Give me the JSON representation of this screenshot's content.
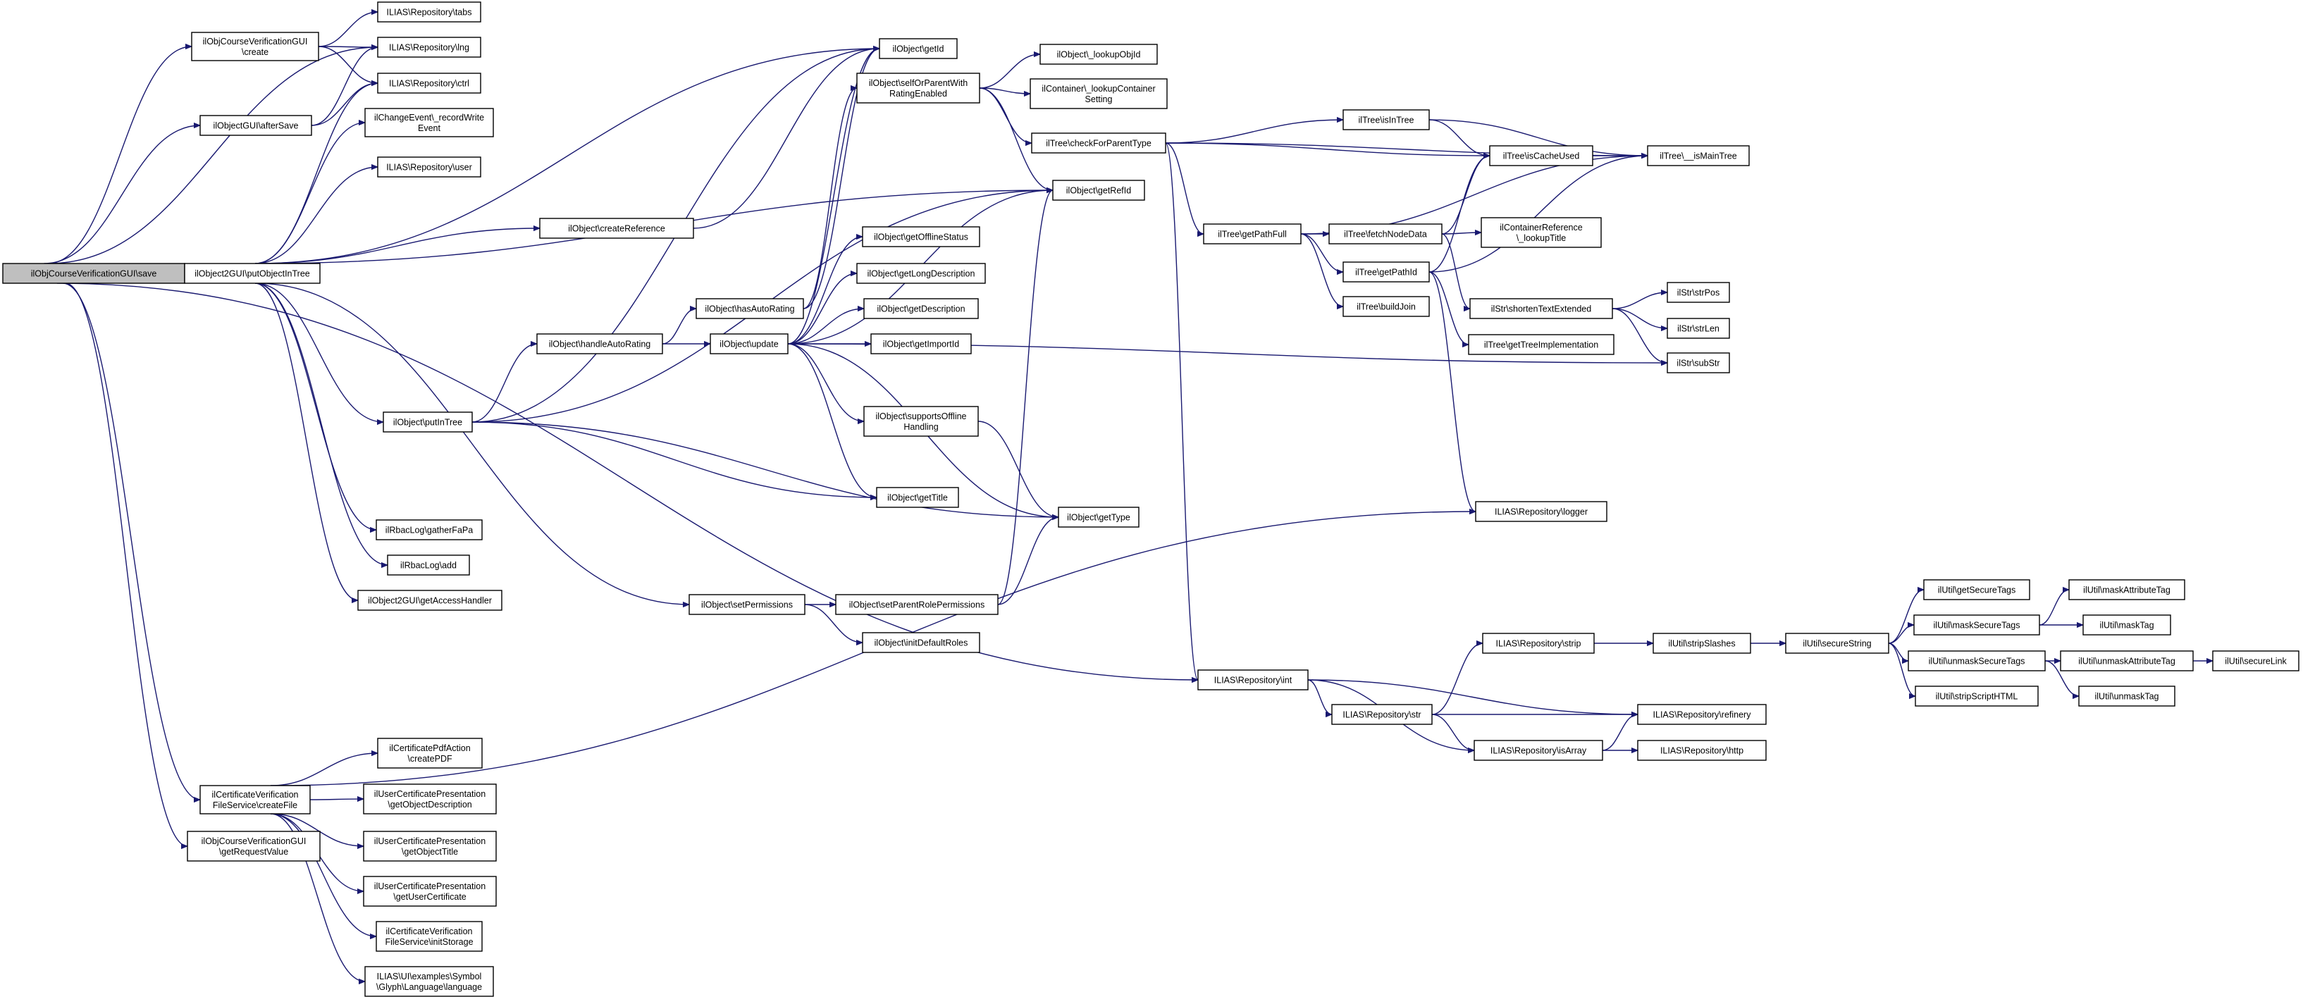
{
  "diagram": {
    "type": "call-graph",
    "edge_color": "#191970",
    "root_fill": "#bfbfbf",
    "nodes": [
      {
        "id": "save",
        "lines": [
          "ilObjCourseVerificationGUI\\save"
        ]
      },
      {
        "id": "create",
        "lines": [
          "ilObjCourseVerificationGUI",
          "\\create"
        ]
      },
      {
        "id": "afterSave",
        "lines": [
          "ilObjectGUI\\afterSave"
        ]
      },
      {
        "id": "putObjectInTree",
        "lines": [
          "ilObject2GUI\\putObjectInTree"
        ]
      },
      {
        "id": "createFile",
        "lines": [
          "ilCertificateVerification",
          "FileService\\createFile"
        ]
      },
      {
        "id": "getRequestValue",
        "lines": [
          "ilObjCourseVerificationGUI",
          "\\getRequestValue"
        ]
      },
      {
        "id": "tabs",
        "lines": [
          "ILIAS\\Repository\\tabs"
        ]
      },
      {
        "id": "lng",
        "lines": [
          "ILIAS\\Repository\\lng"
        ]
      },
      {
        "id": "ctrl",
        "lines": [
          "ILIAS\\Repository\\ctrl"
        ]
      },
      {
        "id": "recordWriteEvent",
        "lines": [
          "ilChangeEvent\\_recordWrite",
          "Event"
        ]
      },
      {
        "id": "user",
        "lines": [
          "ILIAS\\Repository\\user"
        ]
      },
      {
        "id": "gatherFaPa",
        "lines": [
          "ilRbacLog\\gatherFaPa"
        ]
      },
      {
        "id": "rbacAdd",
        "lines": [
          "ilRbacLog\\add"
        ]
      },
      {
        "id": "getAccessHandler",
        "lines": [
          "ilObject2GUI\\getAccessHandler"
        ]
      },
      {
        "id": "createPDF",
        "lines": [
          "ilCertificatePdfAction",
          "\\createPDF"
        ]
      },
      {
        "id": "getObjectDescription",
        "lines": [
          "ilUserCertificatePresentation",
          "\\getObjectDescription"
        ]
      },
      {
        "id": "getObjectTitle",
        "lines": [
          "ilUserCertificatePresentation",
          "\\getObjectTitle"
        ]
      },
      {
        "id": "getUserCertificate",
        "lines": [
          "ilUserCertificatePresentation",
          "\\getUserCertificate"
        ]
      },
      {
        "id": "initStorage",
        "lines": [
          "ilCertificateVerification",
          "FileService\\initStorage"
        ]
      },
      {
        "id": "language",
        "lines": [
          "ILIAS\\UI\\examples\\Symbol",
          "\\Glyph\\Language\\language"
        ]
      },
      {
        "id": "createReference",
        "lines": [
          "ilObject\\createReference"
        ]
      },
      {
        "id": "putInTree",
        "lines": [
          "ilObject\\putInTree"
        ]
      },
      {
        "id": "handleAutoRating",
        "lines": [
          "ilObject\\handleAutoRating"
        ]
      },
      {
        "id": "hasAutoRating",
        "lines": [
          "ilObject\\hasAutoRating"
        ]
      },
      {
        "id": "update",
        "lines": [
          "ilObject\\update"
        ]
      },
      {
        "id": "setPermissions",
        "lines": [
          "ilObject\\setPermissions"
        ]
      },
      {
        "id": "getId",
        "lines": [
          "ilObject\\getId"
        ]
      },
      {
        "id": "selfOrParent",
        "lines": [
          "ilObject\\selfOrParentWith",
          "RatingEnabled"
        ]
      },
      {
        "id": "getOfflineStatus",
        "lines": [
          "ilObject\\getOfflineStatus"
        ]
      },
      {
        "id": "getLongDescription",
        "lines": [
          "ilObject\\getLongDescription"
        ]
      },
      {
        "id": "getDescription",
        "lines": [
          "ilObject\\getDescription"
        ]
      },
      {
        "id": "getImportId",
        "lines": [
          "ilObject\\getImportId"
        ]
      },
      {
        "id": "supportsOffline",
        "lines": [
          "ilObject\\supportsOffline",
          "Handling"
        ]
      },
      {
        "id": "getTitle",
        "lines": [
          "ilObject\\getTitle"
        ]
      },
      {
        "id": "setParentRolePermissions",
        "lines": [
          "ilObject\\setParentRolePermissions"
        ]
      },
      {
        "id": "initDefaultRoles",
        "lines": [
          "ilObject\\initDefaultRoles"
        ]
      },
      {
        "id": "lookupObjId",
        "lines": [
          "ilObject\\_lookupObjId"
        ]
      },
      {
        "id": "lookupContainerSetting",
        "lines": [
          "ilContainer\\_lookupContainer",
          "Setting"
        ]
      },
      {
        "id": "checkForParentType",
        "lines": [
          "ilTree\\checkForParentType"
        ]
      },
      {
        "id": "getRefId",
        "lines": [
          "ilObject\\getRefId"
        ]
      },
      {
        "id": "getType",
        "lines": [
          "ilObject\\getType"
        ]
      },
      {
        "id": "getPathFull",
        "lines": [
          "ilTree\\getPathFull"
        ]
      },
      {
        "id": "isInTree",
        "lines": [
          "ilTree\\isInTree"
        ]
      },
      {
        "id": "fetchNodeData",
        "lines": [
          "ilTree\\fetchNodeData"
        ]
      },
      {
        "id": "getPathId",
        "lines": [
          "ilTree\\getPathId"
        ]
      },
      {
        "id": "buildJoin",
        "lines": [
          "ilTree\\buildJoin"
        ]
      },
      {
        "id": "isCacheUsed",
        "lines": [
          "ilTree\\isCacheUsed"
        ]
      },
      {
        "id": "isMainTree",
        "lines": [
          "ilTree\\__isMainTree"
        ]
      },
      {
        "id": "lookupTitle",
        "lines": [
          "ilContainerReference",
          "\\_lookupTitle"
        ]
      },
      {
        "id": "shortenTextExtended",
        "lines": [
          "ilStr\\shortenTextExtended"
        ]
      },
      {
        "id": "getTreeImplementation",
        "lines": [
          "ilTree\\getTreeImplementation"
        ]
      },
      {
        "id": "strPos",
        "lines": [
          "ilStr\\strPos"
        ]
      },
      {
        "id": "strLen",
        "lines": [
          "ilStr\\strLen"
        ]
      },
      {
        "id": "subStr",
        "lines": [
          "ilStr\\subStr"
        ]
      },
      {
        "id": "logger",
        "lines": [
          "ILIAS\\Repository\\logger"
        ]
      },
      {
        "id": "int",
        "lines": [
          "ILIAS\\Repository\\int"
        ]
      },
      {
        "id": "str",
        "lines": [
          "ILIAS\\Repository\\str"
        ]
      },
      {
        "id": "isArray",
        "lines": [
          "ILIAS\\Repository\\isArray"
        ]
      },
      {
        "id": "refinery",
        "lines": [
          "ILIAS\\Repository\\refinery"
        ]
      },
      {
        "id": "http",
        "lines": [
          "ILIAS\\Repository\\http"
        ]
      },
      {
        "id": "strip",
        "lines": [
          "ILIAS\\Repository\\strip"
        ]
      },
      {
        "id": "stripSlashes",
        "lines": [
          "ilUtil\\stripSlashes"
        ]
      },
      {
        "id": "secureString",
        "lines": [
          "ilUtil\\secureString"
        ]
      },
      {
        "id": "getSecureTags",
        "lines": [
          "ilUtil\\getSecureTags"
        ]
      },
      {
        "id": "maskSecureTags",
        "lines": [
          "ilUtil\\maskSecureTags"
        ]
      },
      {
        "id": "unmaskSecureTags",
        "lines": [
          "ilUtil\\unmaskSecureTags"
        ]
      },
      {
        "id": "stripScriptHTML",
        "lines": [
          "ilUtil\\stripScriptHTML"
        ]
      },
      {
        "id": "maskAttributeTag",
        "lines": [
          "ilUtil\\maskAttributeTag"
        ]
      },
      {
        "id": "maskTag",
        "lines": [
          "ilUtil\\maskTag"
        ]
      },
      {
        "id": "unmaskAttributeTag",
        "lines": [
          "ilUtil\\unmaskAttributeTag"
        ]
      },
      {
        "id": "unmaskTag",
        "lines": [
          "ilUtil\\unmaskTag"
        ]
      },
      {
        "id": "secureLink",
        "lines": [
          "ilUtil\\secureLink"
        ]
      }
    ],
    "edges": [
      [
        "save",
        "create"
      ],
      [
        "save",
        "afterSave"
      ],
      [
        "save",
        "putObjectInTree"
      ],
      [
        "save",
        "createFile"
      ],
      [
        "save",
        "getRequestValue"
      ],
      [
        "save",
        "lng"
      ],
      [
        "save",
        "int"
      ],
      [
        "create",
        "tabs"
      ],
      [
        "create",
        "lng"
      ],
      [
        "create",
        "ctrl"
      ],
      [
        "afterSave",
        "lng"
      ],
      [
        "afterSave",
        "ctrl"
      ],
      [
        "putObjectInTree",
        "ctrl"
      ],
      [
        "putObjectInTree",
        "recordWriteEvent"
      ],
      [
        "putObjectInTree",
        "user"
      ],
      [
        "putObjectInTree",
        "getId"
      ],
      [
        "putObjectInTree",
        "createReference"
      ],
      [
        "putObjectInTree",
        "putInTree"
      ],
      [
        "putObjectInTree",
        "setPermissions"
      ],
      [
        "putObjectInTree",
        "gatherFaPa"
      ],
      [
        "putObjectInTree",
        "rbacAdd"
      ],
      [
        "putObjectInTree",
        "getAccessHandler"
      ],
      [
        "putObjectInTree",
        "getRefId"
      ],
      [
        "createReference",
        "getId"
      ],
      [
        "putInTree",
        "getId"
      ],
      [
        "putInTree",
        "handleAutoRating"
      ],
      [
        "putInTree",
        "getRefId"
      ],
      [
        "putInTree",
        "getTitle"
      ],
      [
        "putInTree",
        "getType"
      ],
      [
        "handleAutoRating",
        "hasAutoRating"
      ],
      [
        "handleAutoRating",
        "update"
      ],
      [
        "hasAutoRating",
        "getId"
      ],
      [
        "hasAutoRating",
        "selfOrParent"
      ],
      [
        "update",
        "getId"
      ],
      [
        "update",
        "getRefId"
      ],
      [
        "update",
        "getOfflineStatus"
      ],
      [
        "update",
        "getLongDescription"
      ],
      [
        "update",
        "getDescription"
      ],
      [
        "update",
        "getImportId"
      ],
      [
        "update",
        "supportsOffline"
      ],
      [
        "update",
        "getTitle"
      ],
      [
        "update",
        "getType"
      ],
      [
        "update",
        "subStr"
      ],
      [
        "setPermissions",
        "setParentRolePermissions"
      ],
      [
        "setPermissions",
        "initDefaultRoles"
      ],
      [
        "setParentRolePermissions",
        "getRefId"
      ],
      [
        "setParentRolePermissions",
        "getType"
      ],
      [
        "supportsOffline",
        "getType"
      ],
      [
        "selfOrParent",
        "lookupObjId"
      ],
      [
        "selfOrParent",
        "lookupContainerSetting"
      ],
      [
        "selfOrParent",
        "checkForParentType"
      ],
      [
        "selfOrParent",
        "getRefId"
      ],
      [
        "checkForParentType",
        "isInTree"
      ],
      [
        "checkForParentType",
        "isCacheUsed"
      ],
      [
        "checkForParentType",
        "isMainTree"
      ],
      [
        "checkForParentType",
        "getPathFull"
      ],
      [
        "checkForParentType",
        "int"
      ],
      [
        "isInTree",
        "isCacheUsed"
      ],
      [
        "isInTree",
        "isMainTree"
      ],
      [
        "isCacheUsed",
        "isMainTree"
      ],
      [
        "getPathFull",
        "isMainTree"
      ],
      [
        "getPathFull",
        "fetchNodeData"
      ],
      [
        "getPathFull",
        "getPathId"
      ],
      [
        "getPathFull",
        "buildJoin"
      ],
      [
        "fetchNodeData",
        "isCacheUsed"
      ],
      [
        "fetchNodeData",
        "lookupTitle"
      ],
      [
        "fetchNodeData",
        "shortenTextExtended"
      ],
      [
        "getPathId",
        "isCacheUsed"
      ],
      [
        "getPathId",
        "isMainTree"
      ],
      [
        "getPathId",
        "getTreeImplementation"
      ],
      [
        "getPathId",
        "logger"
      ],
      [
        "shortenTextExtended",
        "strPos"
      ],
      [
        "shortenTextExtended",
        "strLen"
      ],
      [
        "shortenTextExtended",
        "subStr"
      ],
      [
        "createFile",
        "createPDF"
      ],
      [
        "createFile",
        "getObjectDescription"
      ],
      [
        "createFile",
        "getObjectTitle"
      ],
      [
        "createFile",
        "getUserCertificate"
      ],
      [
        "createFile",
        "initStorage"
      ],
      [
        "createFile",
        "language"
      ],
      [
        "createFile",
        "logger"
      ],
      [
        "int",
        "str"
      ],
      [
        "int",
        "isArray"
      ],
      [
        "int",
        "refinery"
      ],
      [
        "str",
        "strip"
      ],
      [
        "str",
        "isArray"
      ],
      [
        "str",
        "refinery"
      ],
      [
        "isArray",
        "refinery"
      ],
      [
        "isArray",
        "http"
      ],
      [
        "strip",
        "stripSlashes"
      ],
      [
        "stripSlashes",
        "secureString"
      ],
      [
        "secureString",
        "getSecureTags"
      ],
      [
        "secureString",
        "maskSecureTags"
      ],
      [
        "secureString",
        "unmaskSecureTags"
      ],
      [
        "secureString",
        "stripScriptHTML"
      ],
      [
        "maskSecureTags",
        "maskAttributeTag"
      ],
      [
        "maskSecureTags",
        "maskTag"
      ],
      [
        "unmaskSecureTags",
        "unmaskAttributeTag"
      ],
      [
        "unmaskSecureTags",
        "unmaskTag"
      ],
      [
        "unmaskAttributeTag",
        "secureLink"
      ]
    ]
  }
}
